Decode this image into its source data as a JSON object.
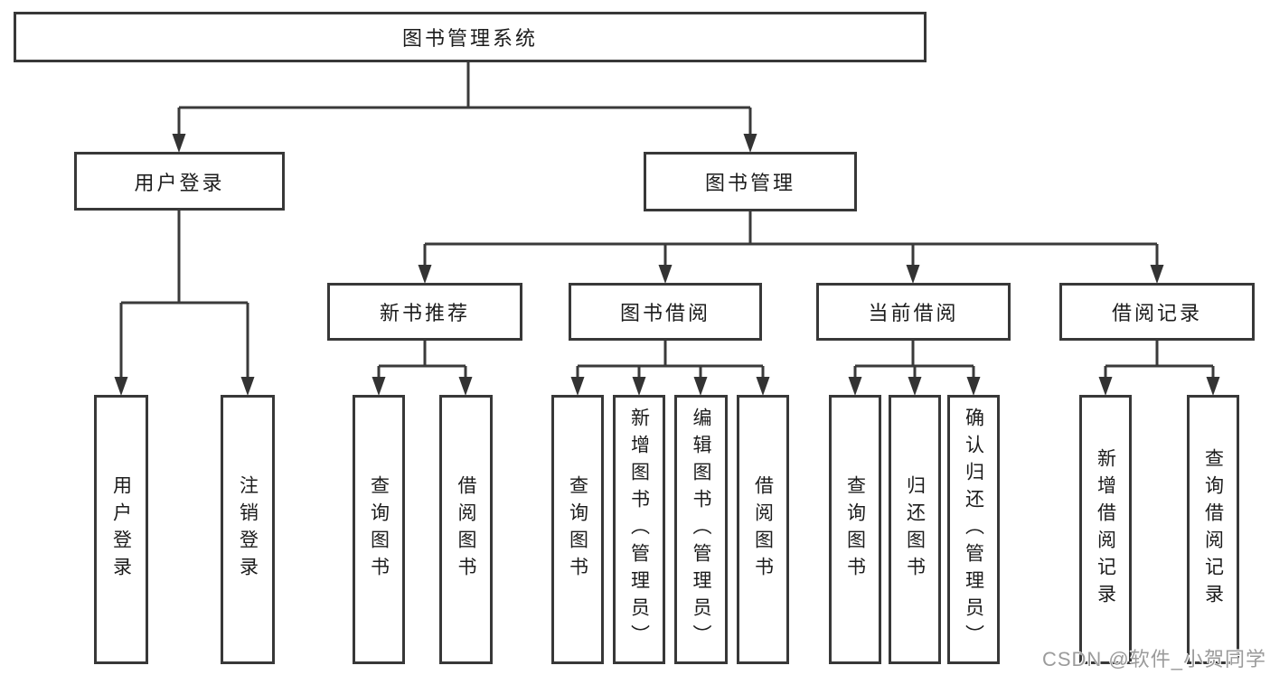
{
  "diagram": {
    "root": {
      "label": "图书管理系统"
    },
    "branches": [
      {
        "label": "用户登录",
        "children": [
          {
            "label": "用户登录"
          },
          {
            "label": "注销登录"
          }
        ]
      },
      {
        "label": "图书管理",
        "children": [
          {
            "label": "新书推荐",
            "children": [
              {
                "label": "查询图书"
              },
              {
                "label": "借阅图书"
              }
            ]
          },
          {
            "label": "图书借阅",
            "children": [
              {
                "label": "查询图书"
              },
              {
                "label": "新增图书（管理员）"
              },
              {
                "label": "编辑图书（管理员）"
              },
              {
                "label": "借阅图书"
              }
            ]
          },
          {
            "label": "当前借阅",
            "children": [
              {
                "label": "查询图书"
              },
              {
                "label": "归还图书"
              },
              {
                "label": "确认归还（管理员）"
              }
            ]
          },
          {
            "label": "借阅记录",
            "children": [
              {
                "label": "新增借阅记录"
              },
              {
                "label": "查询借阅记录"
              }
            ]
          }
        ]
      }
    ]
  },
  "colors": {
    "line": "#3a3a3a",
    "box_border": "#383838",
    "text": "#1c1c1c",
    "watermark": "#9b9b9b"
  },
  "watermark": {
    "text": "CSDN @软件_小贺同学"
  }
}
